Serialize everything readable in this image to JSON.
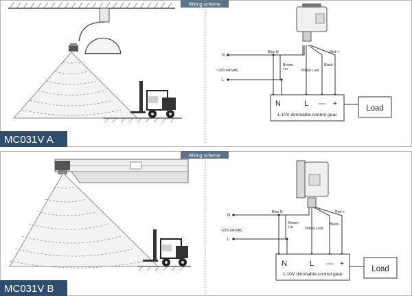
{
  "panels": [
    {
      "model": "MC031V A",
      "tab": "Wiring scheme",
      "wires": {
        "n": "N",
        "l": "L",
        "voltage": "~220-240VAC",
        "blue_n": "Blue N",
        "brown_lin": [
          "Brown",
          "Lin"
        ],
        "yellow_lout": "Yellow Lout",
        "black": "Black -",
        "red": "Red +"
      },
      "gear": {
        "terminals": [
          "N",
          "L",
          "—",
          "+"
        ],
        "label": "1-10V dimmable control gear"
      },
      "load": "Load"
    },
    {
      "model": "MC031V B",
      "tab": "Wiring scheme",
      "wires": {
        "n": "N",
        "l": "L",
        "voltage": "~220-240VAC",
        "blue_n": "Blue N",
        "brown_lin": [
          "Brown",
          "Lin"
        ],
        "yellow_lout": "Yellow Lout",
        "black": "Black -",
        "red": "Red +"
      },
      "gear": {
        "terminals": [
          "N",
          "L",
          "—",
          "+"
        ],
        "label": "1-10V dimmable control gear"
      },
      "load": "Load"
    }
  ],
  "colors": {
    "tab_bg": "#5d7387",
    "label_bg": "#2f4e6e",
    "wire": "#333333",
    "cone": "#8f8f8f"
  }
}
